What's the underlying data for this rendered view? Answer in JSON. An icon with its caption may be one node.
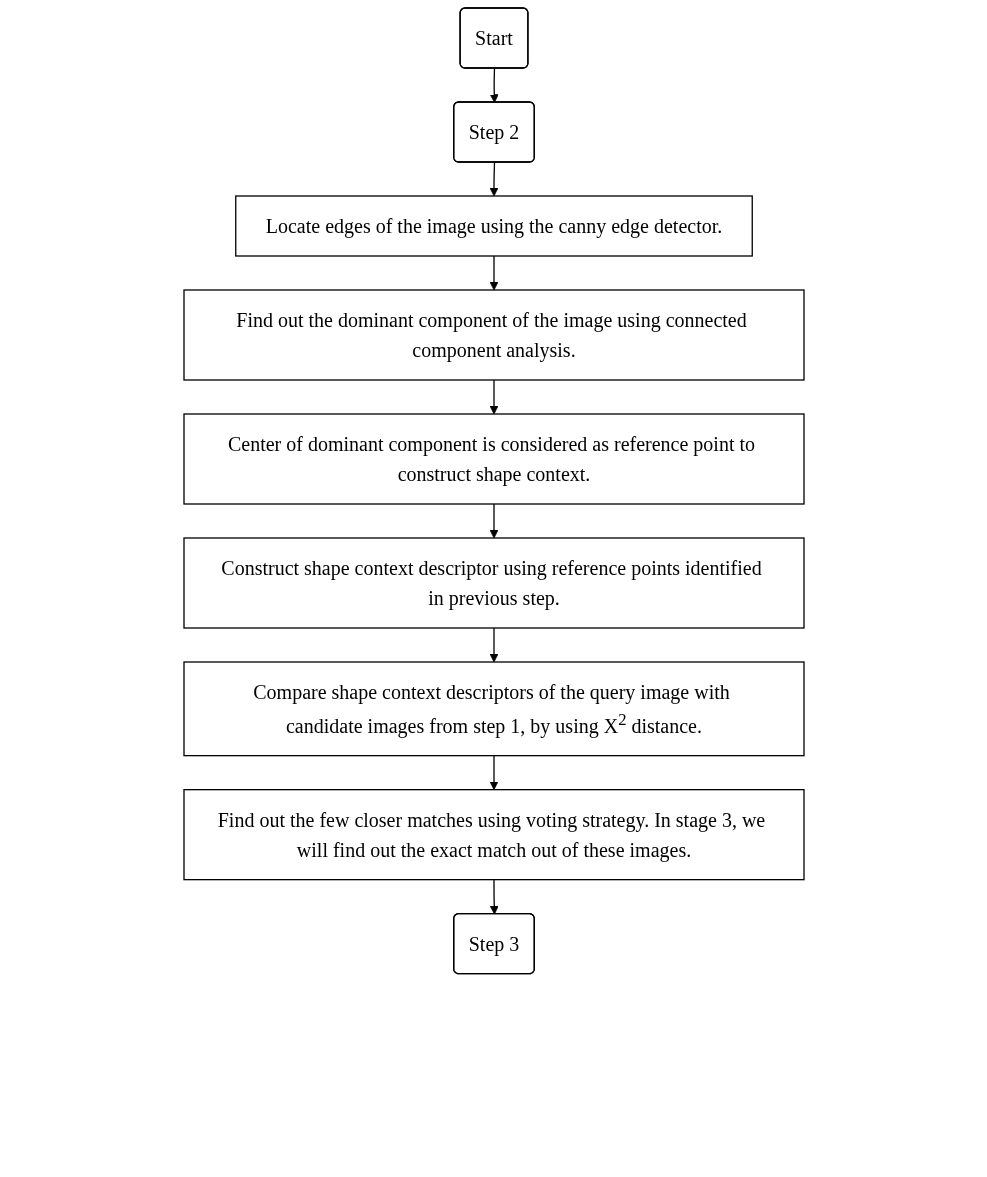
{
  "diagram": {
    "nodes": [
      {
        "text": [
          "Start"
        ]
      },
      {
        "text": [
          "Step 2"
        ]
      },
      {
        "text": [
          "Locate edges of the image using the canny edge detector."
        ]
      },
      {
        "text": [
          "Find out the dominant component of the image using connected component analysis."
        ]
      },
      {
        "text": [
          "Center of dominant component is considered as reference point to construct shape context."
        ]
      },
      {
        "text": [
          "Construct shape context descriptor using reference points identified in previous step."
        ]
      },
      {
        "text": [
          "Compare shape context descriptors of the query image with candidate images from step 1, by using X$^{2}$ distance."
        ]
      },
      {
        "text": [
          "Find out the few closer matches using voting strategy. In stage 3, we will find out the exact match out of these images."
        ]
      },
      {
        "text": [
          "Step 3"
        ]
      }
    ],
    "edges": [
      {
        "from": 0,
        "to": 1,
        "arrow": "to"
      },
      {
        "from": 1,
        "to": 2,
        "arrow": "to"
      },
      {
        "from": 2,
        "to": 3,
        "arrow": "to"
      },
      {
        "from": 3,
        "to": 4,
        "arrow": "to"
      },
      {
        "from": 4,
        "to": 5,
        "arrow": "to"
      },
      {
        "from": 5,
        "to": 6,
        "arrow": "to"
      },
      {
        "from": 6,
        "to": 7,
        "arrow": "to"
      },
      {
        "from": 7,
        "to": 8,
        "arrow": "to"
      }
    ]
  }
}
